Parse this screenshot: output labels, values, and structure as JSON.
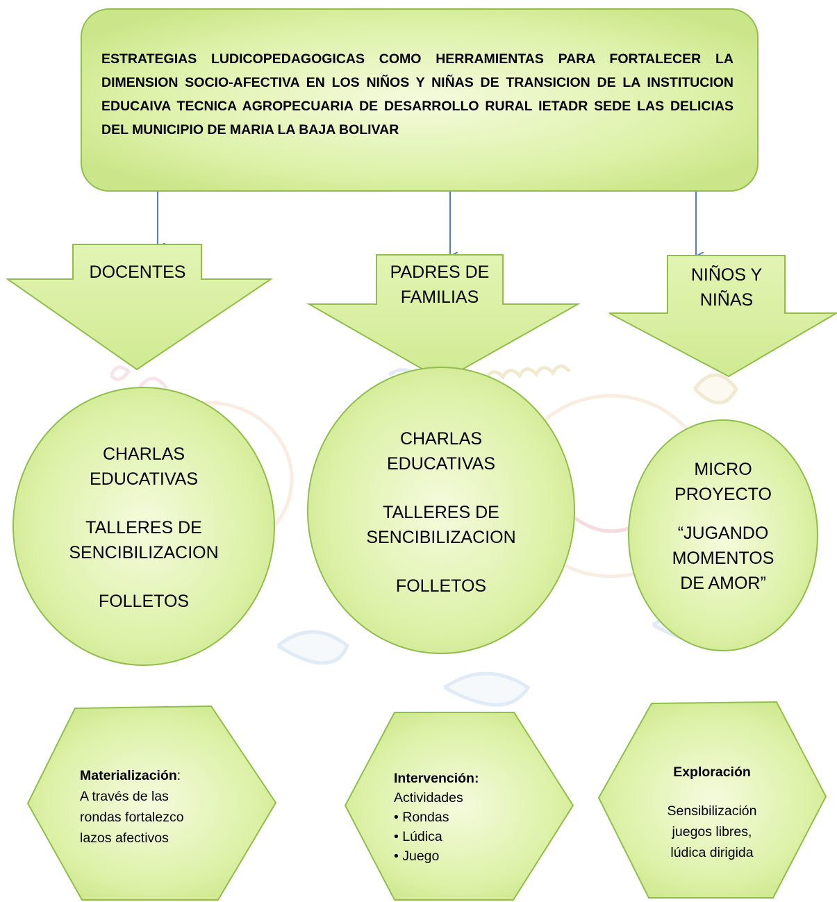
{
  "title": "ESTRATEGIAS LUDICOPEDAGOGICAS COMO HERRAMIENTAS PARA FORTALECER LA DIMENSION SOCIO-AFECTIVA EN LOS NIÑOS Y NIÑAS DE TRANSICION DE LA INSTITUCION EDUCAIVA TECNICA AGROPECUARIA DE DESARROLLO RURAL IETADR SEDE LAS DELICIAS DEL MUNICIPIO DE MARIA LA BAJA BOLIVAR",
  "colors": {
    "shape_fill": "#d5ee9c",
    "shape_fill_light": "#ecf8cc",
    "shape_stroke": "#8fbf4a",
    "connector": "#4f7ec2",
    "background_art": "#f3d9c8"
  },
  "groups": [
    {
      "label": [
        "DOCENTES"
      ],
      "strategies": [
        "CHARLAS",
        "EDUCATIVAS",
        "TALLERES DE",
        "SENCIBILIZACION",
        "FOLLETOS"
      ],
      "stage": {
        "heading": "Materialización",
        "heading_suffix": ":",
        "lines": [
          "A través de las",
          "rondas fortalezco",
          "lazos afectivos"
        ]
      }
    },
    {
      "label": [
        "PADRES DE",
        "FAMILIAS"
      ],
      "strategies": [
        "CHARLAS",
        "EDUCATIVAS",
        "TALLERES DE",
        "SENCIBILIZACION",
        "FOLLETOS"
      ],
      "stage": {
        "heading": "Intervención:",
        "lines": [
          "Actividades",
          "• Rondas",
          "• Lúdica",
          "• Juego"
        ]
      }
    },
    {
      "label": [
        "NIÑOS Y",
        "NIÑAS"
      ],
      "strategies": [
        "MICRO",
        "PROYECTO",
        "“JUGANDO",
        "MOMENTOS",
        "DE AMOR”"
      ],
      "stage": {
        "heading": "Exploración",
        "lines": [
          "Sensibilización",
          "juegos libres,",
          "lúdica dirigida"
        ]
      }
    }
  ]
}
